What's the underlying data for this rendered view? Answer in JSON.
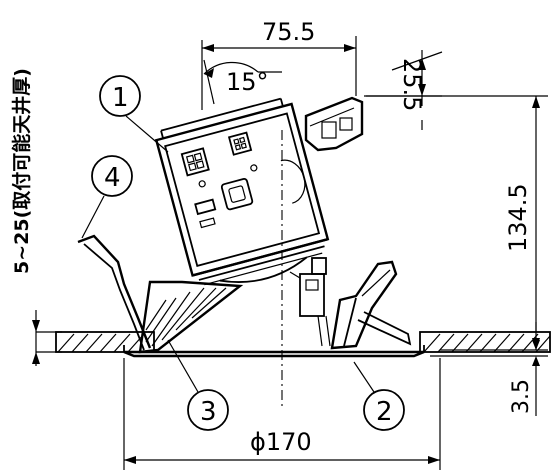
{
  "dimensions": {
    "offset_width": "75.5",
    "top_height": "25.5",
    "tilt_angle": "15°",
    "height": "134.5",
    "ceiling_thickness": "5~25(取付可能天井厚)",
    "flange_height": "3.5",
    "diameter": "ϕ170"
  },
  "callouts": {
    "c1": "1",
    "c2": "2",
    "c3": "3",
    "c4": "4"
  }
}
